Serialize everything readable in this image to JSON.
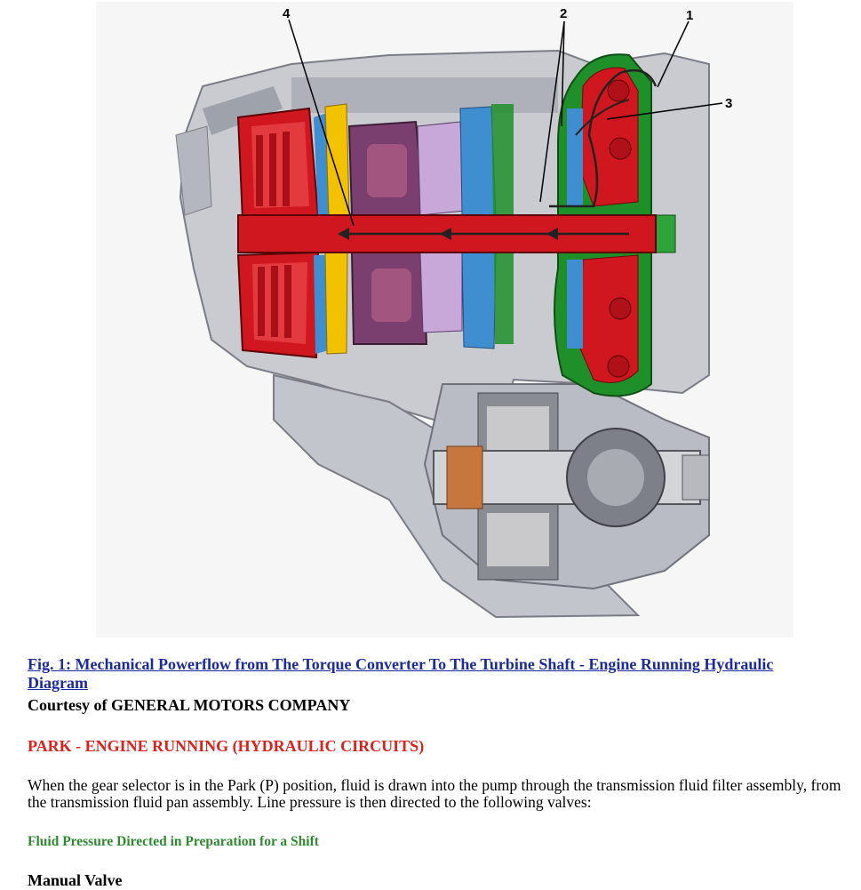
{
  "figure": {
    "callouts": [
      "1",
      "2",
      "3",
      "4"
    ]
  },
  "caption": {
    "link_text": "Fig. 1: Mechanical Powerflow from The Torque Converter To The Turbine Shaft - Engine Running Hydraulic Diagram",
    "courtesy": "Courtesy of GENERAL MOTORS COMPANY"
  },
  "section": {
    "heading": "PARK - ENGINE RUNNING (HYDRAULIC CIRCUITS)",
    "body": "When the gear selector is in the Park (P) position, fluid is drawn into the pump through the transmission fluid filter assembly, from the transmission fluid pan assembly. Line pressure is then directed to the following valves:",
    "sub_heading": "Fluid Pressure Directed in Preparation for a Shift",
    "valve_heading": "Manual Valve"
  },
  "colors": {
    "link": "#1b2aa0",
    "heading_red": "#e0201a",
    "sub_heading_green": "#2f8a2f",
    "fluid_red": "#d0161e",
    "fluid_green": "#1f8f2a",
    "fluid_blue": "#3f8fd0",
    "clutch_yellow": "#f2c200",
    "gear_purple": "#7a3f6e"
  }
}
